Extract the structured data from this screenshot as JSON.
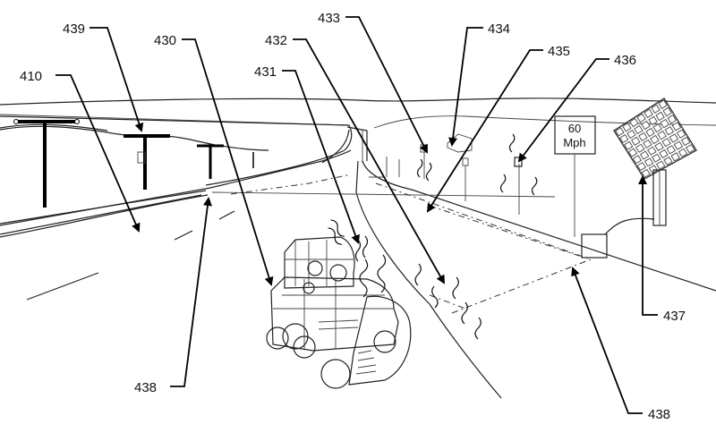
{
  "figure": {
    "sign": {
      "line1": "60",
      "line2": "Mph"
    },
    "labels": [
      {
        "id": "410",
        "text": "410"
      },
      {
        "id": "439",
        "text": "439"
      },
      {
        "id": "430",
        "text": "430"
      },
      {
        "id": "431",
        "text": "431"
      },
      {
        "id": "432",
        "text": "432"
      },
      {
        "id": "433",
        "text": "433"
      },
      {
        "id": "434",
        "text": "434"
      },
      {
        "id": "435",
        "text": "435"
      },
      {
        "id": "436",
        "text": "436"
      },
      {
        "id": "437",
        "text": "437"
      },
      {
        "id": "438a",
        "text": "438"
      },
      {
        "id": "438b",
        "text": "438"
      }
    ]
  }
}
